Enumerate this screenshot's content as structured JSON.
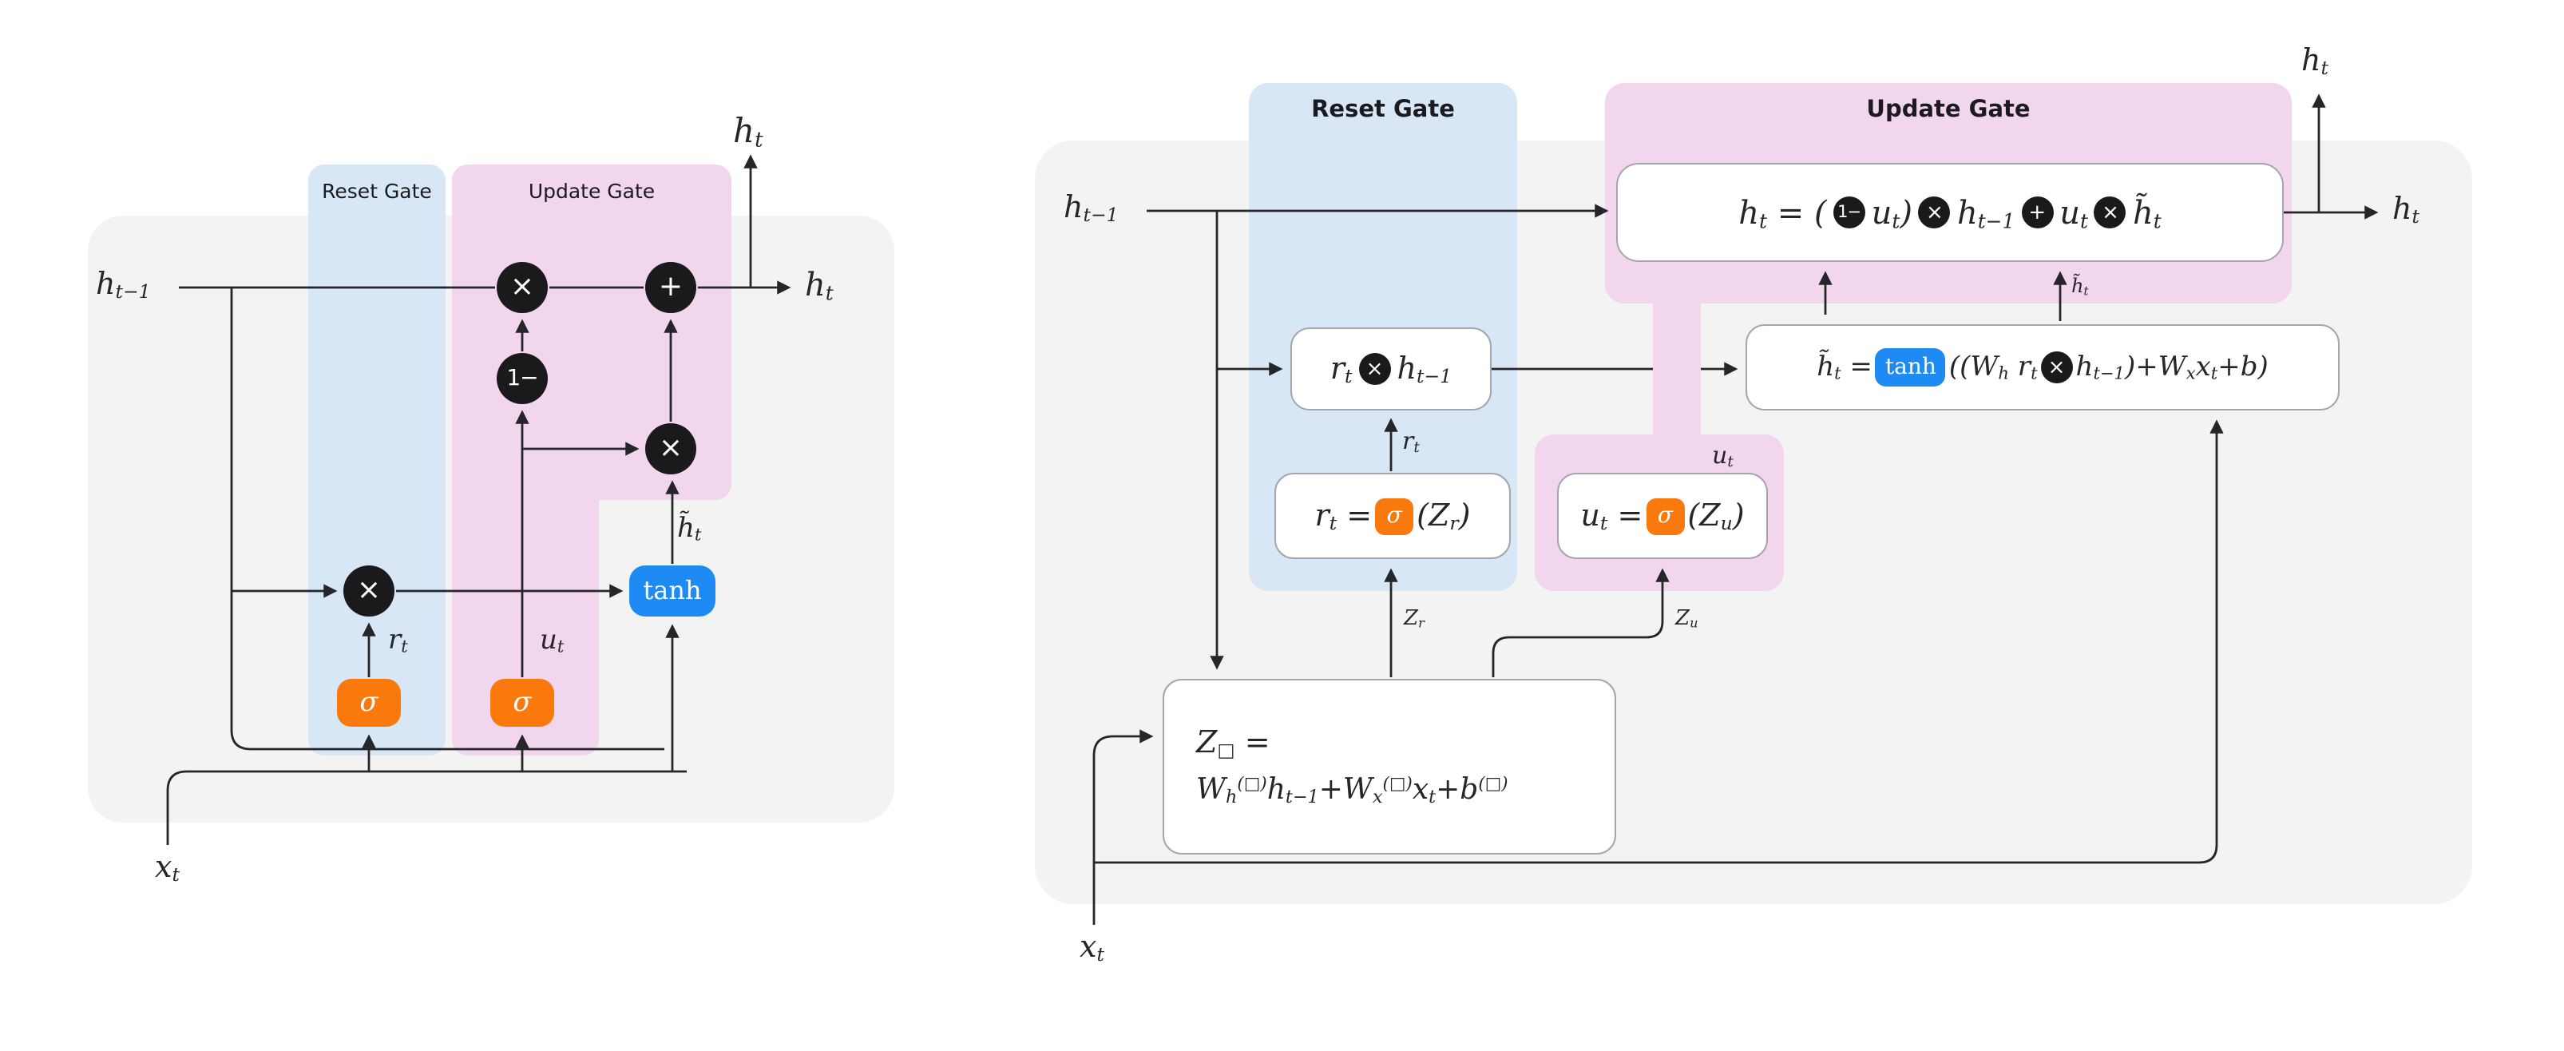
{
  "colors": {
    "ink": "#26262a",
    "panel": "#f3f3f4",
    "blueband": "#d7e7f5",
    "pinkband": "#f2d6ee",
    "orange": "#f9790d",
    "blue": "#1e8bf5",
    "node": "#1a1a1c",
    "boxborder": "#a5a5ad"
  },
  "left": {
    "reset_gate_label": "Reset Gate",
    "update_gate_label": "Update Gate",
    "h_prev": "h_{t−1}",
    "h_out_right": "h_{t}",
    "h_out_top": "h_{t}",
    "x_in": "x_{t}",
    "r_label": "r_{t}",
    "u_label": "u_{t}",
    "h_tilde_label": "h̃_{t}",
    "mul": "×",
    "add": "+",
    "one_minus": "1−",
    "sigma": "σ",
    "tanh": "tanh"
  },
  "right": {
    "reset_gate_label": "Reset Gate",
    "update_gate_label": "Update Gate",
    "h_prev": "h_{t−1}",
    "h_out_right": "h_{t}",
    "h_out_top": "h_{t}",
    "x_in": "x_{t}",
    "r_label": "r_{t}",
    "u_label": "u_{t}",
    "zr_label": "Z_{r}",
    "zu_label": "Z_{u}",
    "h_tilde_label": "h̃_{t}",
    "eq_top": {
      "p1": "h_{t} = (",
      "op_one_minus": "1−",
      "p2": "u_{t})",
      "op_mul1": "×",
      "p3": "h_{t−1}",
      "op_add": "+",
      "p4": "u_{t}",
      "op_mul2": "×",
      "p5": "h̃_{t}"
    },
    "eq_reset_mul": {
      "p1": "r_{t}",
      "op_mul": "×",
      "p2": "h_{t−1}"
    },
    "eq_htilde": {
      "p1": "h̃_{t} =",
      "tanh": "tanh",
      "p2": "((W_{h} r_{t}",
      "op_mul": "×",
      "p3": "h_{t−1})+W_{x}x_{t}+b)"
    },
    "eq_r": {
      "p1": "r_{t} =",
      "sigma": "σ",
      "p2": "(Z_{r})"
    },
    "eq_u": {
      "p1": "u_{t} =",
      "sigma": "σ",
      "p2": "(Z_{u})"
    },
    "eq_z": {
      "line1": "Z_{□} =",
      "line2": "W_{h}^{(□)}h_{t−1}+W_{x}^{(□)}x_{t}+b^{(□)}"
    }
  }
}
